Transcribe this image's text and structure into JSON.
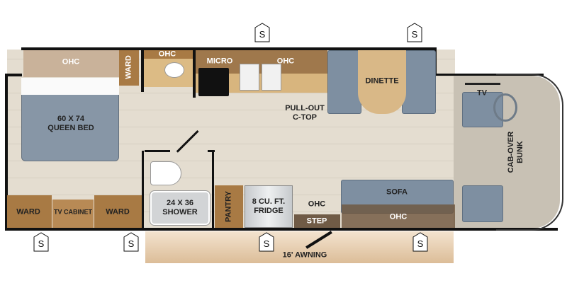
{
  "labels": {
    "ohc_bedroom": "OHC",
    "ward_top": "WARD",
    "ohc_bath": "OHC",
    "micro": "MICRO",
    "ohc_kitchen": "OHC",
    "dinette": "DINETTE",
    "pullout": "PULL-OUT",
    "ctop": "C-TOP",
    "bed_size": "60 X 74",
    "bed": "QUEEN BED",
    "tv": "TV",
    "cabover1": "CAB-OVER",
    "cabover2": "BUNK",
    "ward_left": "WARD",
    "tv_cabinet": "TV CABINET",
    "ward_right": "WARD",
    "shower_size": "24 X 36",
    "shower": "SHOWER",
    "pantry": "PANTRY",
    "fridge1": "8 CU. FT.",
    "fridge2": "FRIDGE",
    "ohc_step": "OHC",
    "step": "STEP",
    "sofa": "SOFA",
    "ohc_sofa": "OHC",
    "awning": "16' AWNING"
  },
  "slideout_marker": "S",
  "colors": {
    "floor": "#e4ddd0",
    "cab": "#c8c1b4",
    "cabinet": "#a87a44",
    "upholstery": "#7e8fa1",
    "awning": "#e8cfae"
  }
}
